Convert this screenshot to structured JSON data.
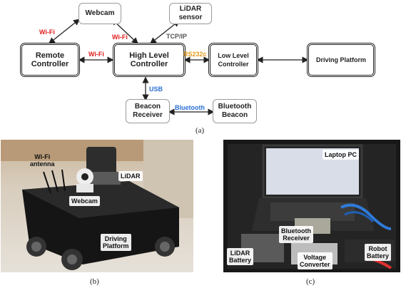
{
  "diagram": {
    "nodes": {
      "webcam": "Webcam",
      "lidar": "LiDAR\nsensor",
      "remote": "Remote\nController",
      "high": "High Level\nController",
      "low": "Low Level\nController",
      "driving": "Driving Platform",
      "beacon_receiver": "Beacon\nReceiver",
      "bluetooth_beacon": "Bluetooth\nBeacon"
    },
    "edges": {
      "remote_webcam": "Wi-Fi",
      "high_webcam": "Wi-Fi",
      "high_lidar": "TCP/IP",
      "remote_high": "Wi-Fi",
      "high_low": "RS232c",
      "high_beacon": "USB",
      "beacon_bluetooth": "Bluetooth"
    },
    "edge_colors": {
      "wifi": "#e02020",
      "tcp": "#555555",
      "rs232": "#e89a1a",
      "usb": "#2a6fd6",
      "bluetooth": "#2a6fd6"
    },
    "caption": "(a)"
  },
  "photo_b": {
    "labels": {
      "wifi_antenna": "Wi-Fi\nantenna",
      "lidar": "LiDAR",
      "webcam": "Webcam",
      "driving": "Driving\nPlatform"
    },
    "caption": "(b)"
  },
  "photo_c": {
    "labels": {
      "laptop": "Laptop PC",
      "bt_receiver": "Bluetooth\nReceiver",
      "lidar_battery": "LiDAR\nBattery",
      "voltage": "Voltage\nConverter",
      "robot_battery": "Robot\nBattery"
    },
    "caption": "(c)"
  }
}
